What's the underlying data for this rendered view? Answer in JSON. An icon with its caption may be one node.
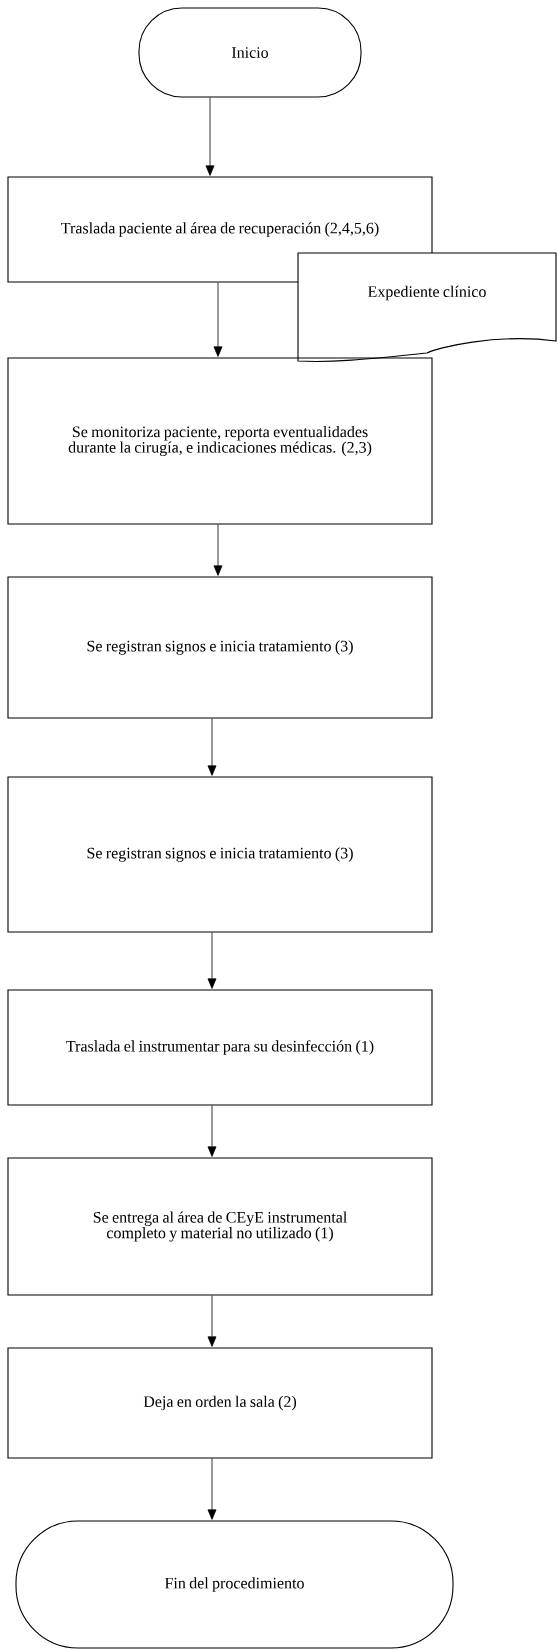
{
  "diagram": {
    "nodes": [
      {
        "text": [
          "Inicio"
        ]
      },
      {
        "text": [
          "Traslada paciente al área de recuperación (2,4,5,6)"
        ]
      },
      {
        "text": [
          "Expediente clínico"
        ]
      },
      {
        "text": [
          "Se monitoriza paciente, reporta eventualidades durante la cirugía, e indicaciones médicas. (2,3)"
        ]
      },
      {
        "text": [
          "Se registran signos e inicia tratamiento (3)"
        ]
      },
      {
        "text": [
          "Se registran signos e inicia tratamiento (3)"
        ]
      },
      {
        "text": [
          "Traslada el instrumentar para su desinfección (1)"
        ]
      },
      {
        "text": [
          "Se entrega al área de CEyE instrumental completo y material no utilizado (1)"
        ]
      },
      {
        "text": [
          "Deja en orden la sala (2)"
        ]
      },
      {
        "text": [
          "Fin del procedimiento"
        ]
      }
    ],
    "edges": [
      {
        "from": 0,
        "to": 1,
        "arrow": "to"
      },
      {
        "from": 1,
        "to": 3,
        "arrow": "to"
      },
      {
        "from": 3,
        "to": 4,
        "arrow": "to"
      },
      {
        "from": 4,
        "to": 5,
        "arrow": "to"
      },
      {
        "from": 5,
        "to": 6,
        "arrow": "to"
      },
      {
        "from": 6,
        "to": 7,
        "arrow": "to"
      },
      {
        "from": 7,
        "to": 8,
        "arrow": "to"
      },
      {
        "from": 8,
        "to": 9,
        "arrow": "to"
      }
    ]
  }
}
